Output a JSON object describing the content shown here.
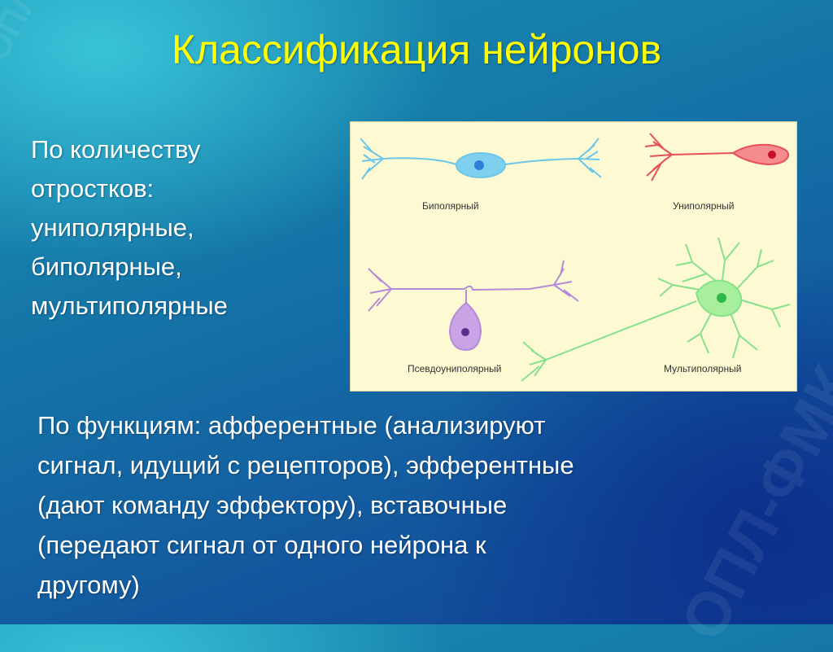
{
  "slide": {
    "title": "Классификация нейронов",
    "count_lines": [
      "По количеству",
      "отростков:",
      "униполярные,",
      "биполярные,",
      "мультиполярные"
    ],
    "function_lines": [
      "По функциям: афферентные (анализируют",
      "сигнал, идущий с рецепторов), эфферентные",
      "(дают команду эффектору), вставочные",
      "(передают сигнал от одного нейрона к",
      "другому)"
    ]
  },
  "figure": {
    "labels": {
      "bipolar": "Биполярный",
      "unipolar": "Униполярный",
      "pseudounipolar": "Псевдоуниполярный",
      "multipolar": "Мультиполярный"
    },
    "colors": {
      "bipolar": "#6cc6e8",
      "unipolar": "#e8505a",
      "pseudounipolar": "#b58ad8",
      "multipolar": "#86e28a",
      "background": "#fdf9d2"
    }
  },
  "watermarks": [
    "ОПЛ-ФМК",
    "ОПЛ-ФМК"
  ],
  "colors": {
    "title": "#ffff00",
    "text": "#ffffff"
  }
}
